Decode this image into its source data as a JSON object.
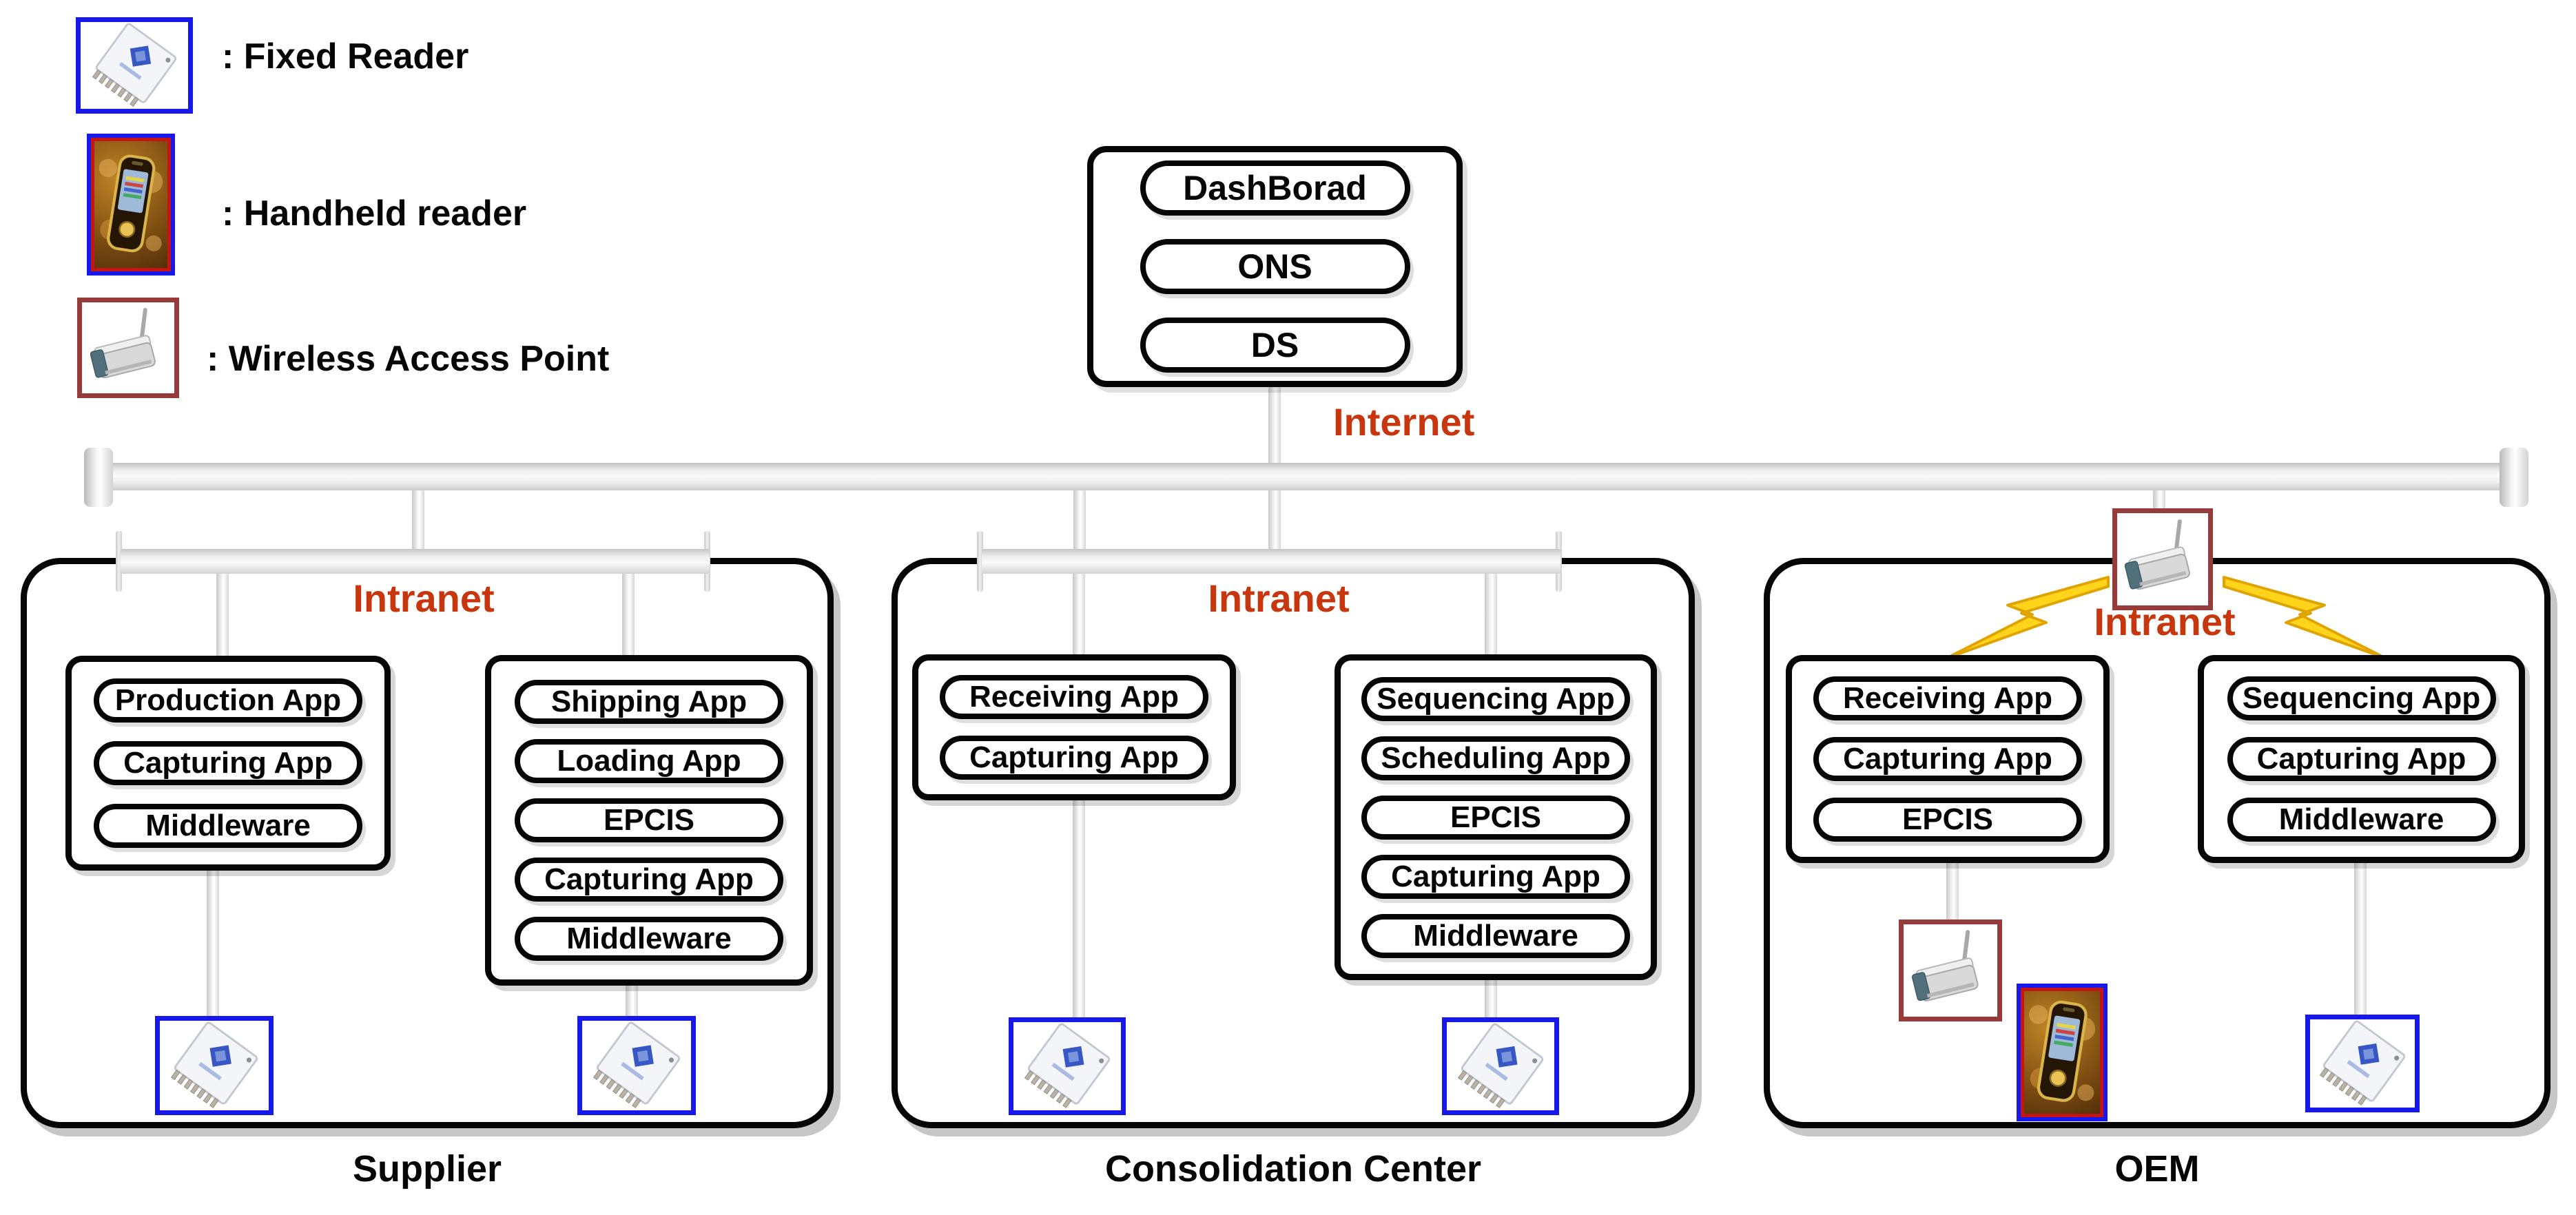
{
  "legend": {
    "items": [
      {
        "icon": "fixed-reader",
        "label": ": Fixed Reader"
      },
      {
        "icon": "handheld-reader",
        "label": ": Handheld reader"
      },
      {
        "icon": "wireless-access-point",
        "label": ": Wireless Access Point"
      }
    ]
  },
  "internet_services": {
    "pills": [
      "DashBorad",
      "ONS",
      "DS"
    ]
  },
  "network_labels": {
    "internet": "Internet",
    "intranet": "Intranet"
  },
  "sections": [
    {
      "name": "Supplier",
      "left_box": {
        "pills": [
          "Production App",
          "Capturing App",
          "Middleware"
        ]
      },
      "right_box": {
        "pills": [
          "Shipping App",
          "Loading App",
          "EPCIS",
          "Capturing App",
          "Middleware"
        ]
      },
      "devices": [
        "fixed-reader",
        "fixed-reader"
      ]
    },
    {
      "name": "Consolidation Center",
      "left_box": {
        "pills": [
          "Receiving App",
          "Capturing App"
        ]
      },
      "right_box": {
        "pills": [
          "Sequencing App",
          "Scheduling App",
          "EPCIS",
          "Capturing App",
          "Middleware"
        ]
      },
      "devices": [
        "fixed-reader",
        "fixed-reader"
      ]
    },
    {
      "name": "OEM",
      "left_box": {
        "pills": [
          "Receiving App",
          "Capturing App",
          "EPCIS"
        ]
      },
      "right_box": {
        "pills": [
          "Sequencing App",
          "Capturing App",
          "Middleware"
        ]
      },
      "devices": [
        "wireless-access-point",
        "wireless-access-point",
        "handheld-reader",
        "fixed-reader"
      ]
    }
  ],
  "colors": {
    "accent_text": "#C8360E",
    "reader_border_blue": "#1618EC",
    "handheld_inner_border_red": "#C41414",
    "access_point_border": "#963A3A",
    "lightning_yellow": "#FFD41A",
    "pipe_gray": "#E0E0E0"
  }
}
